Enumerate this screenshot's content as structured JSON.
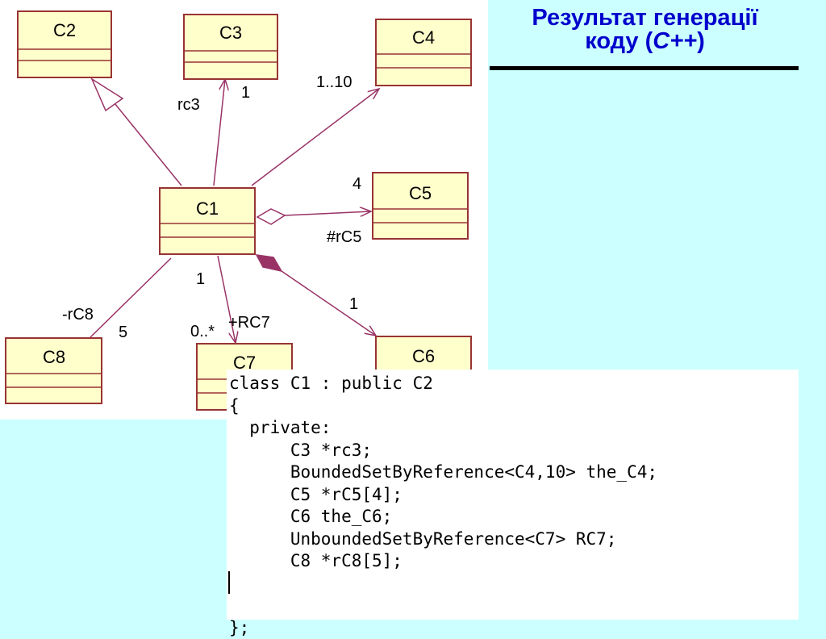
{
  "title": {
    "line1": "Результат генерації",
    "line2_prefix": "коду (",
    "line2_lang": "C++",
    "line2_suffix": ")"
  },
  "diagram": {
    "classes": [
      {
        "id": "C1",
        "name": "C1"
      },
      {
        "id": "C2",
        "name": "C2"
      },
      {
        "id": "C3",
        "name": "C3"
      },
      {
        "id": "C4",
        "name": "C4"
      },
      {
        "id": "C5",
        "name": "C5"
      },
      {
        "id": "C6",
        "name": "C6"
      },
      {
        "id": "C7",
        "name": "C7"
      },
      {
        "id": "C8",
        "name": "C8"
      }
    ],
    "relations": [
      {
        "from": "C1",
        "to": "C2",
        "kind": "generalization"
      },
      {
        "from": "C1",
        "to": "C3",
        "kind": "association",
        "role": "rc3",
        "multiplicity": "1"
      },
      {
        "from": "C1",
        "to": "C4",
        "kind": "association",
        "multiplicity": "1..10"
      },
      {
        "from": "C1",
        "to": "C5",
        "kind": "aggregation",
        "role": "#rC5",
        "multiplicity": "4"
      },
      {
        "from": "C1",
        "to": "C6",
        "kind": "composition",
        "multiplicity": "1"
      },
      {
        "from": "C1",
        "to": "C7",
        "kind": "association",
        "role": "+RC7",
        "source_multiplicity": "1",
        "multiplicity": "0..*"
      },
      {
        "from": "C1",
        "to": "C8",
        "kind": "association",
        "role": "-rC8",
        "multiplicity": "5"
      }
    ]
  },
  "code": [
    "class C1 : public C2",
    "{",
    "  private:",
    "      C3 *rc3;",
    "      BoundedSetByReference<C4,10> the_C4;",
    "      C5 *rC5[4];",
    "      C6 the_C6;",
    "      UnboundedSetByReference<C7> RC7;",
    "      C8 *rC8[5];",
    "",
    "",
    "};"
  ]
}
